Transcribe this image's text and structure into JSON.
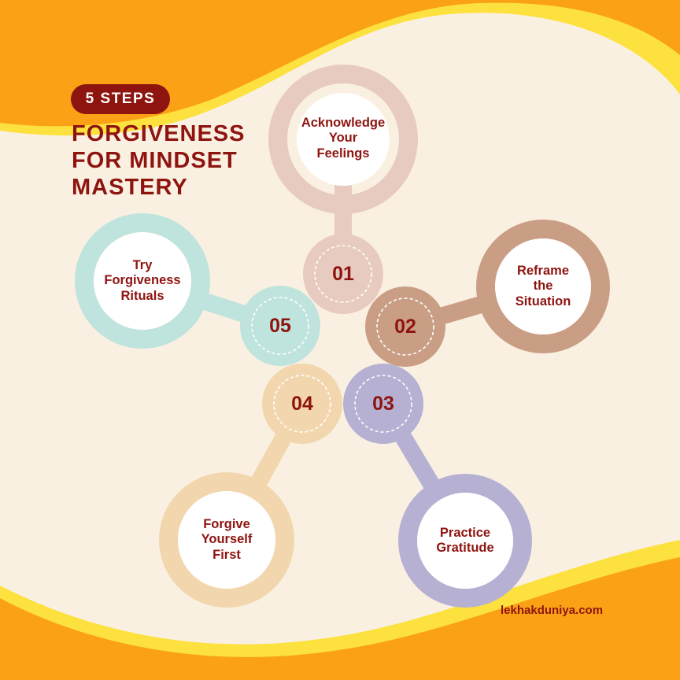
{
  "badge": "5 STEPS",
  "title_lines": [
    "FORGIVENESS",
    "FOR MINDSET",
    "MASTERY"
  ],
  "steps": [
    {
      "number": "01",
      "lines": [
        "Acknowledge",
        "Your",
        "Feelings"
      ],
      "color": "#e7cbc0"
    },
    {
      "number": "02",
      "lines": [
        "Reframe",
        "the",
        "Situation"
      ],
      "color": "#c99e85"
    },
    {
      "number": "03",
      "lines": [
        "Practice",
        "Gratitude"
      ],
      "color": "#b6b0d3"
    },
    {
      "number": "04",
      "lines": [
        "Forgive",
        "Yourself",
        "First"
      ],
      "color": "#f2d7ae"
    },
    {
      "number": "05",
      "lines": [
        "Try",
        "Forgiveness",
        "Rituals"
      ],
      "color": "#bfe3dd"
    }
  ],
  "website": "lekhakduniya.com",
  "colors": {
    "background": "#faf0e1",
    "orange": "#fba115",
    "yellow": "#fde13f",
    "title": "#8e1410"
  }
}
